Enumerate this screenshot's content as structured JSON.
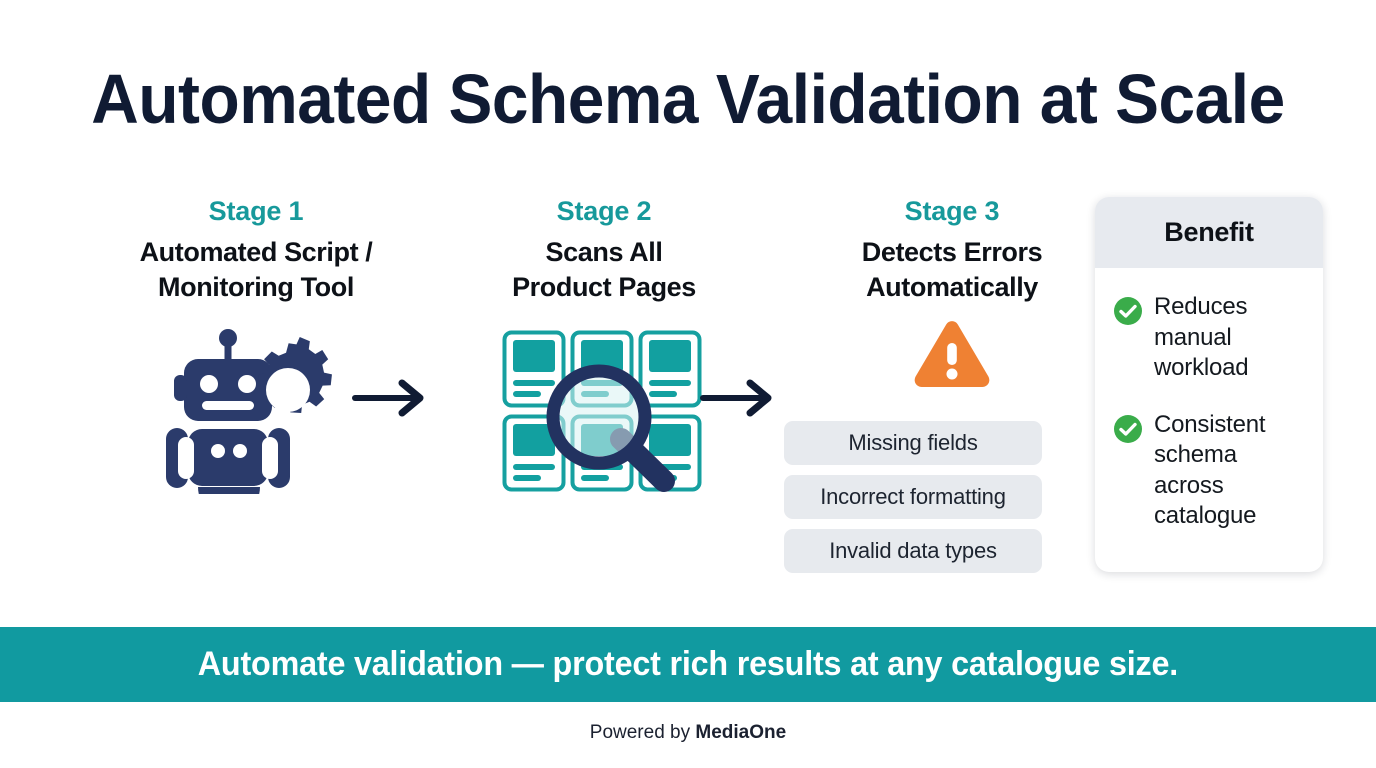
{
  "title": "Automated Schema Validation at Scale",
  "stages": [
    {
      "label": "Stage 1",
      "title_line1": "Automated Script /",
      "title_line2": "Monitoring Tool",
      "icon": "robot-gear-icon"
    },
    {
      "label": "Stage 2",
      "title_line1": "Scans All",
      "title_line2": "Product Pages",
      "icon": "magnifier-over-page-grid-icon"
    },
    {
      "label": "Stage 3",
      "title_line1": "Detects Errors",
      "title_line2": "Automatically",
      "icon": "warning-triangle-icon"
    }
  ],
  "arrows": {
    "icon": "arrow-right-icon",
    "count": 2
  },
  "errors": {
    "items": [
      "Missing fields",
      "Incorrect formatting",
      "Invalid data types"
    ]
  },
  "benefit": {
    "header": "Benefit",
    "check_icon": "check-circle-icon",
    "items": [
      "Reduces manual workload",
      "Consistent schema across catalogue"
    ]
  },
  "banner": {
    "text": "Automate validation — protect rich results at any catalogue size."
  },
  "footer": {
    "prefix": "Powered by ",
    "brand": "MediaOne"
  },
  "colors": {
    "teal": "#17999b",
    "banner_teal": "#119aa0",
    "navy": "#2b3b6b",
    "title_navy": "#101b33",
    "orange": "#ef8133",
    "green": "#3aac4a",
    "chip_gray": "#e7eaee",
    "card_header_gray": "#e7eaef"
  }
}
